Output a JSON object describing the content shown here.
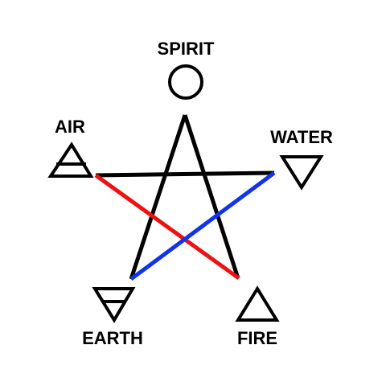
{
  "elements": [
    {
      "key": "spirit",
      "label": "SPIRIT",
      "icon": "circle-icon"
    },
    {
      "key": "air",
      "label": "AIR",
      "icon": "triangle-up-bar-icon"
    },
    {
      "key": "water",
      "label": "WATER",
      "icon": "triangle-down-icon"
    },
    {
      "key": "earth",
      "label": "EARTH",
      "icon": "triangle-down-bar-icon"
    },
    {
      "key": "fire",
      "label": "FIRE",
      "icon": "triangle-up-icon"
    }
  ],
  "colors": {
    "background": "#ffffff",
    "stroke": "#000000",
    "air_fire_line": "#ee1111",
    "water_earth_line": "#1133ee"
  }
}
